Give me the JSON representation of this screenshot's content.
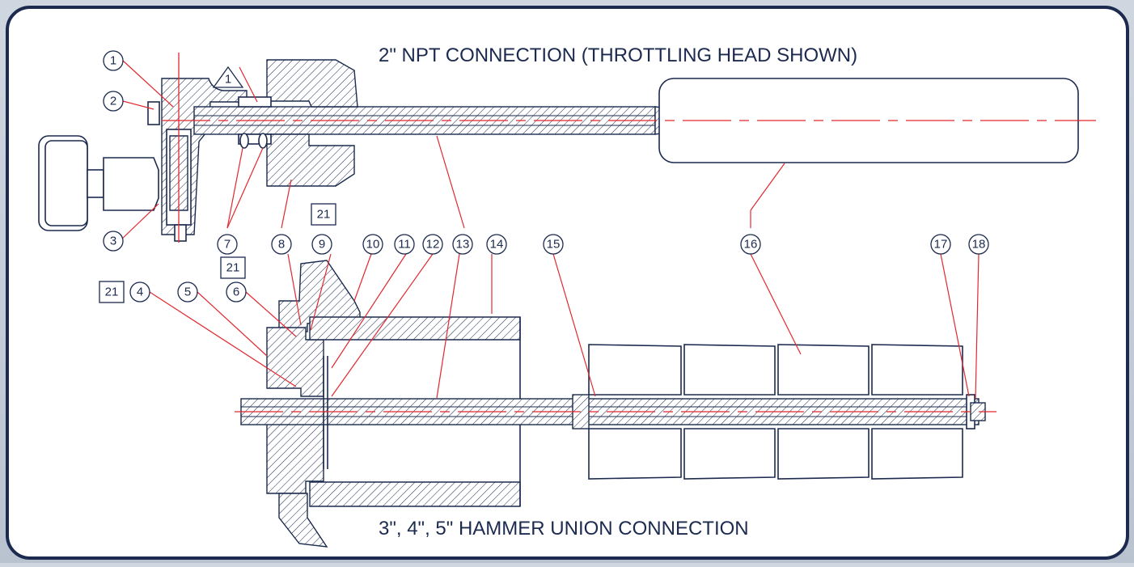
{
  "titles": {
    "top": "2\" NPT CONNECTION (THROTTLING HEAD SHOWN)",
    "bottom": "3\", 4\", 5\" HAMMER UNION CONNECTION"
  },
  "callouts": {
    "c1": "1",
    "c2": "2",
    "c3": "3",
    "c4": "4",
    "c5": "5",
    "c6": "6",
    "c7": "7",
    "c8": "8",
    "c9": "9",
    "c10": "10",
    "c11": "11",
    "c12": "12",
    "c13": "13",
    "c14": "14",
    "c15": "15",
    "c16": "16",
    "c17": "17",
    "c18": "18"
  },
  "notes": {
    "triangle": "1",
    "box_a": "21",
    "box_b": "21",
    "box_c": "21"
  },
  "colors": {
    "line": "#1b2a4e",
    "leader": "#e2282f",
    "panel": "#ffffff",
    "frame": "#1b2a4e"
  }
}
